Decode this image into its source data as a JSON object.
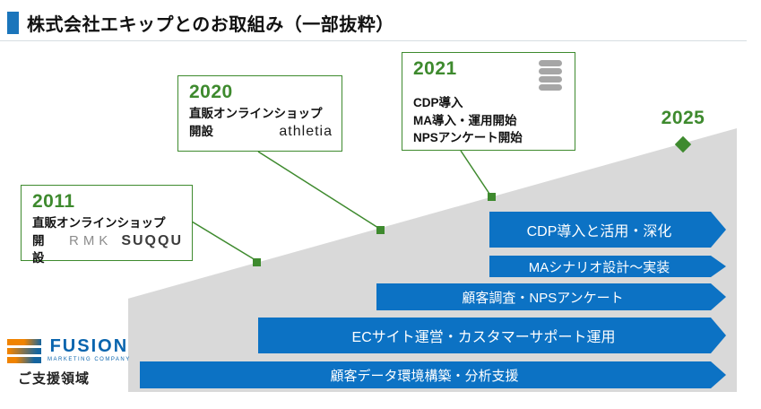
{
  "header": {
    "title": "株式会社エキップとのお取組み（一部抜粋）"
  },
  "timeline": {
    "milestones": [
      {
        "year": "2011",
        "line1": "直販オンラインショップ",
        "line2": "開設",
        "brands": {
          "rmk": "RMK",
          "suqqu": "SUQQU"
        }
      },
      {
        "year": "2020",
        "line1": "直販オンラインショップ",
        "line2": "開設",
        "brand": "athletia"
      },
      {
        "year": "2021",
        "items": [
          "CDP導入",
          "MA導入・運用開始",
          "NPSアンケート開始"
        ],
        "icon": "database-icon"
      }
    ],
    "end_year": "2025"
  },
  "support_areas": [
    "CDP導入と活用・深化",
    "MAシナリオ設計～実装",
    "顧客調査・NPSアンケート",
    "ECサイト運営・カスタマーサポート運用",
    "顧客データ環境構築・分析支援"
  ],
  "footer": {
    "logo": "FUSION",
    "logo_tagline": "MARKETING COMPANY",
    "label": "ご支援領域"
  },
  "colors": {
    "bar_blue": "#0C72C4",
    "timeline_green": "#3E8A2E",
    "slope_gray": "#D9D9D9",
    "title_bullet_blue": "#1B75BB",
    "logo_blue": "#0A65AE",
    "logo_orange": "#F08300",
    "db_icon_gray": "#A6A6A6"
  }
}
